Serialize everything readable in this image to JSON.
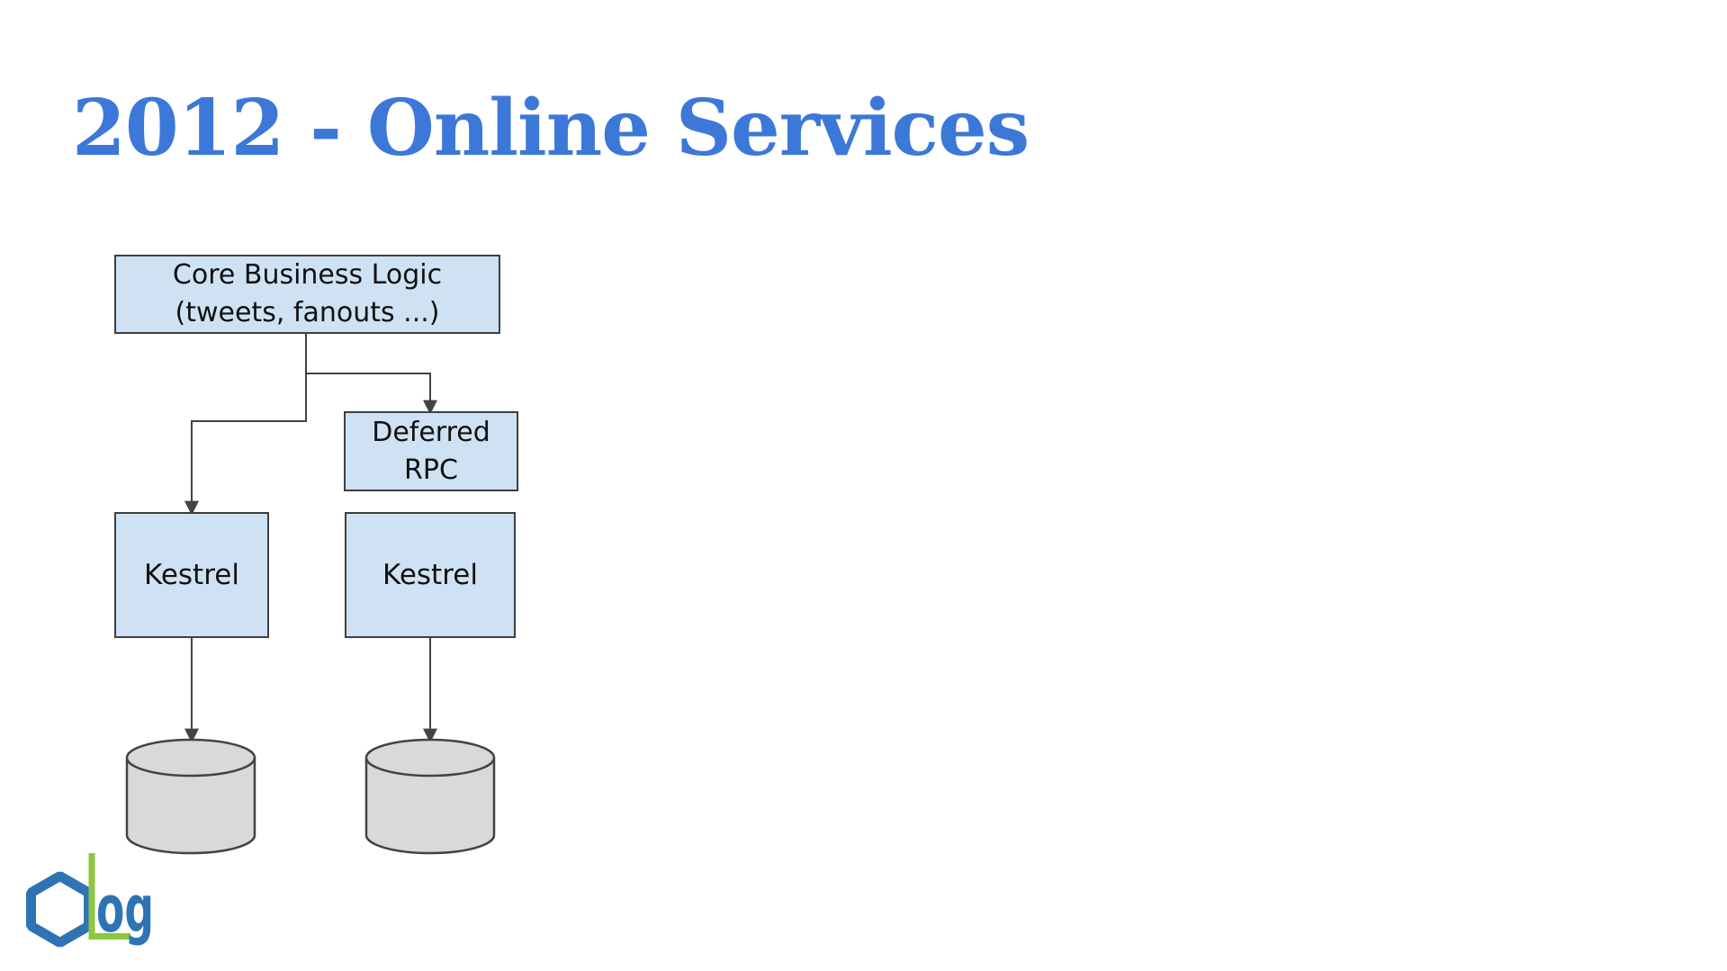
{
  "slide": {
    "title": "2012 - Online Services",
    "title_color": "#3c78d8",
    "background_color": "#ffffff"
  },
  "diagram": {
    "box_fill": "#cfe2f3",
    "box_border_color": "#3f3f3f",
    "connector_color": "#434343",
    "cylinder_fill": "#d9d9d9",
    "cylinder_border_color": "#434343",
    "nodes": {
      "core": {
        "line1": "Core Business Logic",
        "line2": "(tweets, fanouts ...)"
      },
      "deferred": {
        "line1": "Deferred",
        "line2": "RPC"
      },
      "kestrel_left": {
        "label": "Kestrel"
      },
      "kestrel_right": {
        "label": "Kestrel"
      }
    },
    "edges": [
      {
        "from": "core",
        "to": "kestrel_left"
      },
      {
        "from": "core",
        "to": "deferred"
      },
      {
        "from": "kestrel_left",
        "to": "database_left"
      },
      {
        "from": "kestrel_right",
        "to": "database_right"
      }
    ]
  },
  "logo": {
    "text": "og",
    "hexagon_color": "#2e74b5",
    "accent_color": "#8dc63f",
    "text_color": "#2e74b5"
  }
}
